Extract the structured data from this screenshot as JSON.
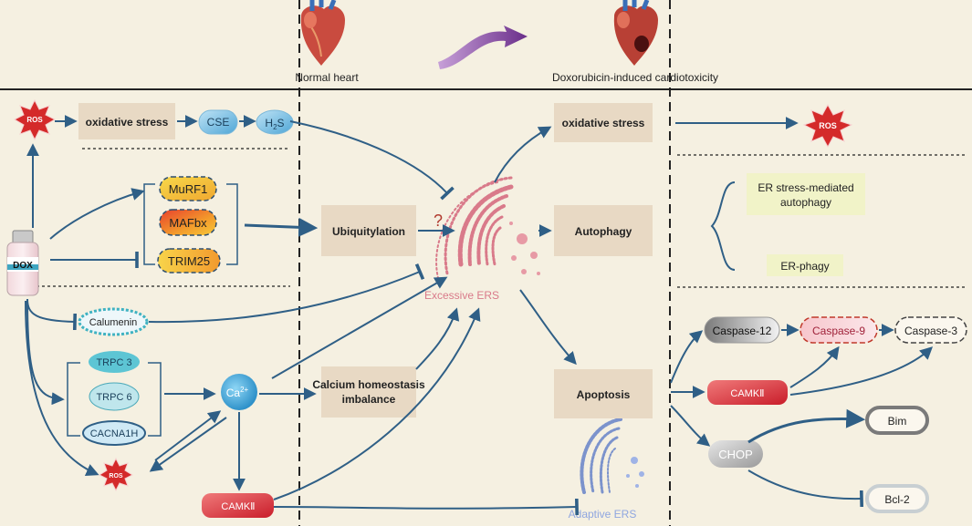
{
  "header": {
    "normal_heart": "Normal heart",
    "dox_heart": "Doxorubicin-induced cardiotoxicity"
  },
  "left": {
    "ros_top": "ROS",
    "oxidative_stress": "oxidative stress",
    "cse": "CSE",
    "h2s_base": "H",
    "h2s_sub": "2",
    "h2s_end": "S",
    "murf1": "MuRF1",
    "mafbx": "MAFbx",
    "trim25": "TRIM25",
    "dox": "DOX",
    "calumenin": "Calumenin",
    "trpc3": "TRPC 3",
    "trpc6": "TRPC 6",
    "cacna1h": "CACNA1H",
    "ros_bottom": "ROS",
    "ca_base": "Ca",
    "ca_sup": "2+",
    "camkii": "CAMKⅡ"
  },
  "center": {
    "ubiquitylation": "Ubiquitylation",
    "question_mark": "?",
    "calcium_line1": "Calcium homeostasis",
    "calcium_line2": "imbalance",
    "excessive_ers": "Excessive ERS",
    "adaptive_ers": "Adaptive ERS",
    "oxidative_stress": "oxidative stress",
    "autophagy": "Autophagy",
    "apoptosis": "Apoptosis"
  },
  "right": {
    "ros": "ROS",
    "er_stress_line1": "ER stress-mediated",
    "er_stress_line2": "autophagy",
    "er_phagy": "ER-phagy",
    "caspase12": "Caspase-12",
    "caspase9": "Caspase-9",
    "caspase3": "Caspase-3",
    "camkii": "CAMKⅡ",
    "chop": "CHOP",
    "bim": "Bim",
    "bcl2": "Bcl-2"
  },
  "colors": {
    "background": "#f5f0e1",
    "box": "#e8d9c4",
    "arrow": "#2f5f86",
    "ros_red": "#cc2b2b",
    "ers_pink": "#d97a8a",
    "adaptive_blue": "#8fa6e0",
    "er_label_bg": "#f1f3c8"
  }
}
